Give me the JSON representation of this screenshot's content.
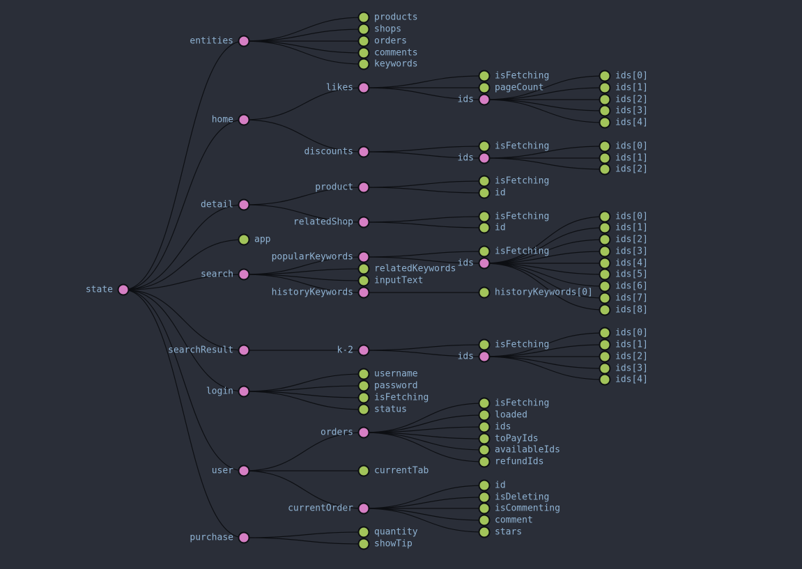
{
  "colors": {
    "background": "#2a2e38",
    "branch_node": "#d67fc4",
    "leaf_node": "#a2c45a",
    "label": "#8fb2d2",
    "link": "#0d0f13"
  },
  "tree": {
    "name": "state",
    "children": [
      {
        "name": "entities",
        "children": [
          {
            "name": "products"
          },
          {
            "name": "shops"
          },
          {
            "name": "orders"
          },
          {
            "name": "comments"
          },
          {
            "name": "keywords"
          }
        ]
      },
      {
        "name": "home",
        "children": [
          {
            "name": "likes",
            "children": [
              {
                "name": "isFetching"
              },
              {
                "name": "pageCount"
              },
              {
                "name": "ids",
                "children": [
                  {
                    "name": "ids[0]"
                  },
                  {
                    "name": "ids[1]"
                  },
                  {
                    "name": "ids[2]"
                  },
                  {
                    "name": "ids[3]"
                  },
                  {
                    "name": "ids[4]"
                  }
                ]
              }
            ]
          },
          {
            "name": "discounts",
            "children": [
              {
                "name": "isFetching"
              },
              {
                "name": "ids",
                "children": [
                  {
                    "name": "ids[0]"
                  },
                  {
                    "name": "ids[1]"
                  },
                  {
                    "name": "ids[2]"
                  }
                ]
              }
            ]
          }
        ]
      },
      {
        "name": "detail",
        "children": [
          {
            "name": "product",
            "children": [
              {
                "name": "isFetching"
              },
              {
                "name": "id"
              }
            ]
          },
          {
            "name": "relatedShop",
            "children": [
              {
                "name": "isFetching"
              },
              {
                "name": "id"
              }
            ]
          }
        ]
      },
      {
        "name": "app"
      },
      {
        "name": "search",
        "children": [
          {
            "name": "popularKeywords",
            "children": [
              {
                "name": "isFetching"
              },
              {
                "name": "ids",
                "children": [
                  {
                    "name": "ids[0]"
                  },
                  {
                    "name": "ids[1]"
                  },
                  {
                    "name": "ids[2]"
                  },
                  {
                    "name": "ids[3]"
                  },
                  {
                    "name": "ids[4]"
                  },
                  {
                    "name": "ids[5]"
                  },
                  {
                    "name": "ids[6]"
                  },
                  {
                    "name": "ids[7]"
                  },
                  {
                    "name": "ids[8]"
                  }
                ]
              }
            ]
          },
          {
            "name": "relatedKeywords"
          },
          {
            "name": "inputText"
          },
          {
            "name": "historyKeywords",
            "children": [
              {
                "name": "historyKeywords[0]"
              }
            ]
          }
        ]
      },
      {
        "name": "searchResult",
        "children": [
          {
            "name": "k-2",
            "children": [
              {
                "name": "isFetching"
              },
              {
                "name": "ids",
                "children": [
                  {
                    "name": "ids[0]"
                  },
                  {
                    "name": "ids[1]"
                  },
                  {
                    "name": "ids[2]"
                  },
                  {
                    "name": "ids[3]"
                  },
                  {
                    "name": "ids[4]"
                  }
                ]
              }
            ]
          }
        ]
      },
      {
        "name": "login",
        "children": [
          {
            "name": "username"
          },
          {
            "name": "password"
          },
          {
            "name": "isFetching"
          },
          {
            "name": "status"
          }
        ]
      },
      {
        "name": "user",
        "children": [
          {
            "name": "orders",
            "children": [
              {
                "name": "isFetching"
              },
              {
                "name": "loaded"
              },
              {
                "name": "ids"
              },
              {
                "name": "toPayIds"
              },
              {
                "name": "availableIds"
              },
              {
                "name": "refundIds"
              }
            ]
          },
          {
            "name": "currentTab"
          },
          {
            "name": "currentOrder",
            "children": [
              {
                "name": "id"
              },
              {
                "name": "isDeleting"
              },
              {
                "name": "isCommenting"
              },
              {
                "name": "comment"
              },
              {
                "name": "stars"
              }
            ]
          }
        ]
      },
      {
        "name": "purchase",
        "children": [
          {
            "name": "quantity"
          },
          {
            "name": "showTip"
          }
        ]
      }
    ]
  }
}
